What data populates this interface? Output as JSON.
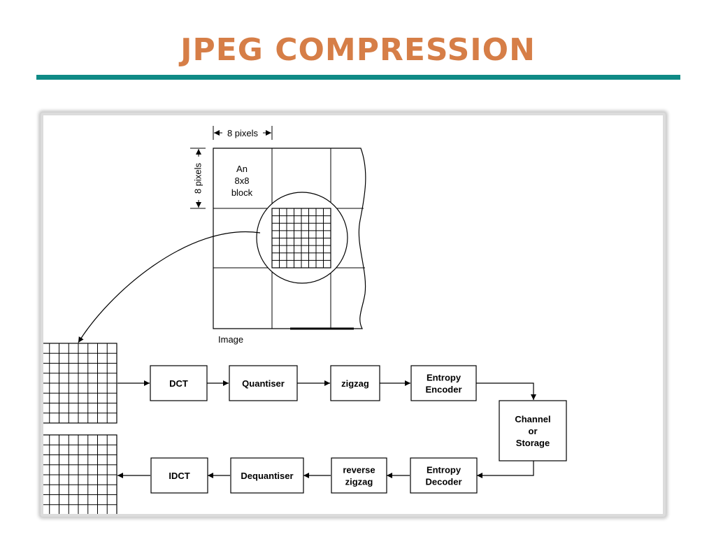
{
  "slide": {
    "title": "JPEG COMPRESSION",
    "colors": {
      "title": "#D67E47",
      "rule": "#0F8A86"
    }
  },
  "diagram": {
    "image_block": {
      "width_label": "8 pixels",
      "height_label": "8 pixels",
      "block_label": [
        "An",
        "8x8",
        "block"
      ],
      "image_label": "Image"
    },
    "encoder_boxes": [
      {
        "label": [
          "DCT"
        ]
      },
      {
        "label": [
          "Quantiser"
        ]
      },
      {
        "label": [
          "zigzag"
        ]
      },
      {
        "label": [
          "Entropy",
          "Encoder"
        ]
      }
    ],
    "channel_box": {
      "label": [
        "Channel",
        "or",
        "Storage"
      ]
    },
    "decoder_boxes": [
      {
        "label": [
          "Entropy",
          "Decoder"
        ]
      },
      {
        "label": [
          "reverse",
          "zigzag"
        ]
      },
      {
        "label": [
          "Dequantiser"
        ]
      },
      {
        "label": [
          "IDCT"
        ]
      }
    ]
  }
}
